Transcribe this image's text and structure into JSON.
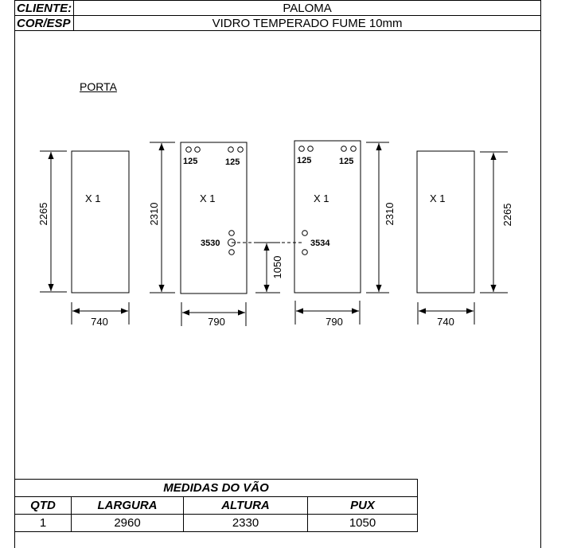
{
  "header": {
    "cliente_label": "CLIENTE:",
    "cliente_value": "PALOMA",
    "cor_label": "COR/ESP",
    "cor_value": "VIDRO TEMPERADO FUME  10mm"
  },
  "section_title": "PORTA",
  "panels": [
    {
      "qty": "X 1",
      "height": "2265",
      "width": "740"
    },
    {
      "qty": "X 1",
      "height": "2310",
      "width": "790",
      "holes_left": "125",
      "holes_right": "125",
      "handle": "3530"
    },
    {
      "qty": "X  1",
      "height": "2310",
      "width": "790",
      "holes_left": "125",
      "holes_right": "125",
      "handle": "3534"
    },
    {
      "qty": "X 1",
      "height": "2265",
      "width": "740"
    }
  ],
  "handle_height": "1050",
  "summary": {
    "title": "MEDIDAS DO VÃO",
    "headers": [
      "QTD",
      "LARGURA",
      "ALTURA",
      "PUX"
    ],
    "row": [
      "1",
      "2960",
      "2330",
      "1050"
    ]
  }
}
